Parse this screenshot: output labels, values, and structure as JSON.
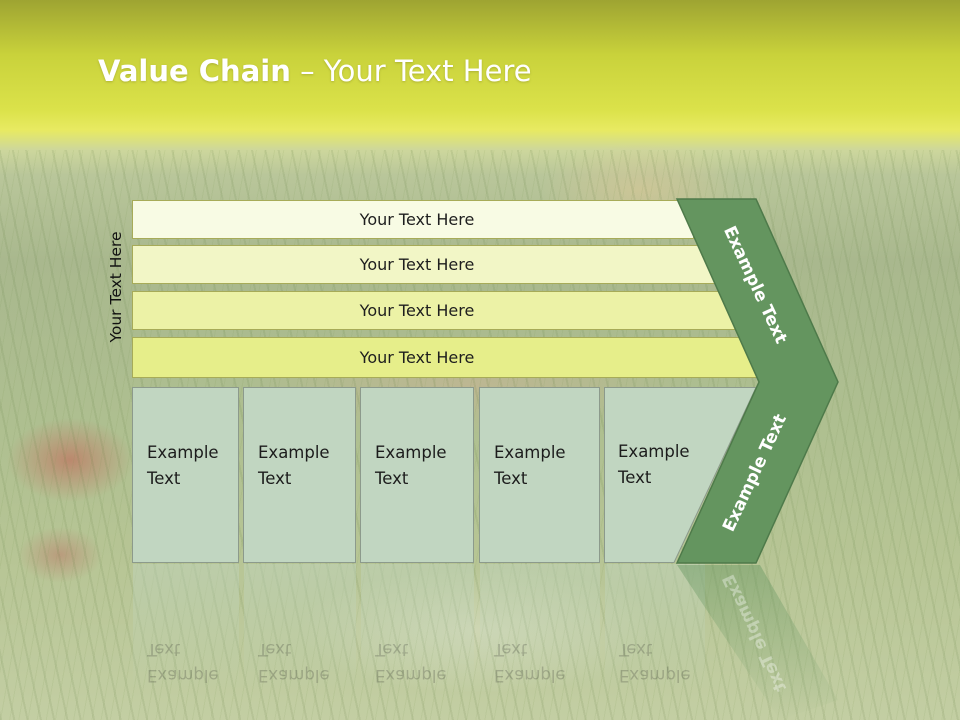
{
  "title": {
    "bold": "Value Chain",
    "rest": " – Your Text Here"
  },
  "side_label": "Your Text Here",
  "rows": [
    {
      "label": "Your Text Here",
      "color": "#f8fbe4"
    },
    {
      "label": "Your Text Here",
      "color": "#f2f6c6"
    },
    {
      "label": "Your Text Here",
      "color": "#ecf2a6"
    },
    {
      "label": "Your Text Here",
      "color": "#e6ee8a"
    }
  ],
  "boxes": [
    {
      "text": "Example\nText"
    },
    {
      "text": "Example\nText"
    },
    {
      "text": "Example\nText"
    },
    {
      "text": "Example\nText"
    },
    {
      "text": "Example\nText"
    }
  ],
  "chevron": {
    "top_text": "Example Text",
    "bottom_text": "Example Text",
    "color": "#64955f",
    "border": "#4e7a4a"
  },
  "colors": {
    "box_fill": "#c1d6c1"
  }
}
